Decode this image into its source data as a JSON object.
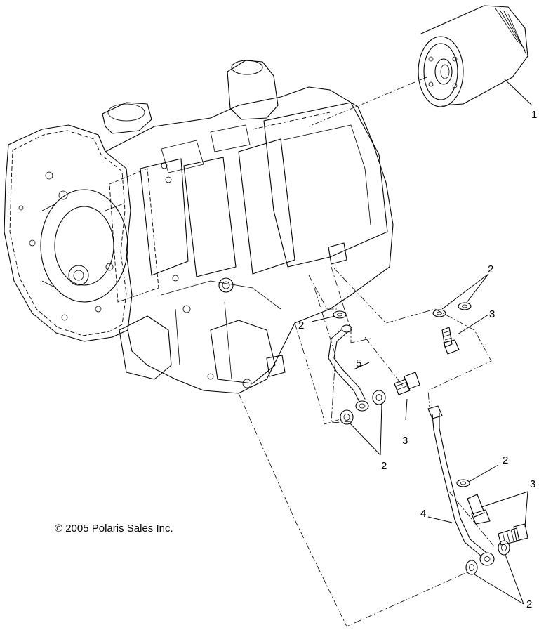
{
  "copyright": "© 2005 Polaris Sales Inc.",
  "callouts": {
    "filter": "1",
    "washers_upper_right": "2",
    "washer_upper_left": "2",
    "bolt_upper_right": "3",
    "line_upper": "5",
    "bolt_mid": "3",
    "washers_mid": "2",
    "washer_lower": "2",
    "bolts_lower": "3",
    "line_lower": "4",
    "washers_bottom": "2"
  }
}
